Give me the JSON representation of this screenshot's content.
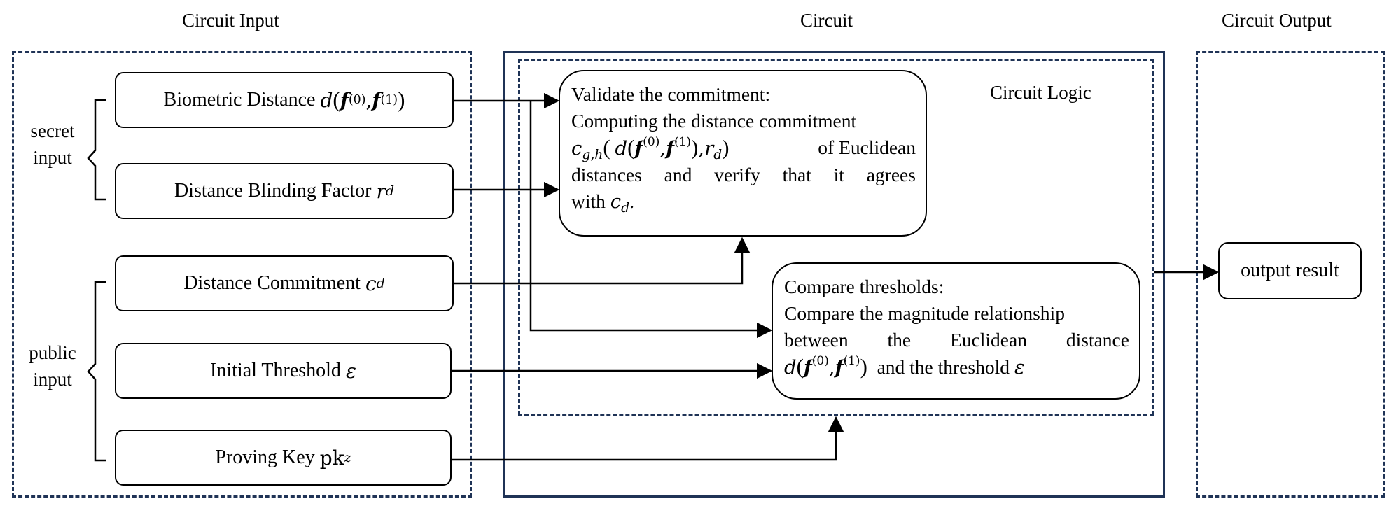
{
  "headers": {
    "input": "Circuit Input",
    "circuit": "Circuit",
    "output": "Circuit Output"
  },
  "groups": {
    "secret": [
      "secret",
      "input"
    ],
    "public": [
      "public",
      "input"
    ]
  },
  "inputs": {
    "biometric_label": "Biometric Distance",
    "blinding_label": "Distance Blinding Factor",
    "commitment_label": "Distance Commitment",
    "threshold_label": "Initial Threshold",
    "proving_label": "Proving Key"
  },
  "circuit": {
    "logic_label": "Circuit Logic",
    "validate": {
      "title": "Validate the commitment:",
      "line1": "Computing the distance commitment",
      "line2_tail": "of Euclidean",
      "line3_words": [
        "distances",
        "and",
        "verify",
        "that",
        "it",
        "agrees"
      ],
      "line4_head": "with"
    },
    "compare": {
      "title": "Compare thresholds:",
      "line1": "Compare the magnitude relationship",
      "line2_words": [
        "between",
        "the",
        "Euclidean",
        "distance"
      ],
      "line3_tail": "and the threshold"
    }
  },
  "output": {
    "result_label": "output result"
  },
  "colors": {
    "frame": "#1f3356",
    "line": "#000000"
  }
}
